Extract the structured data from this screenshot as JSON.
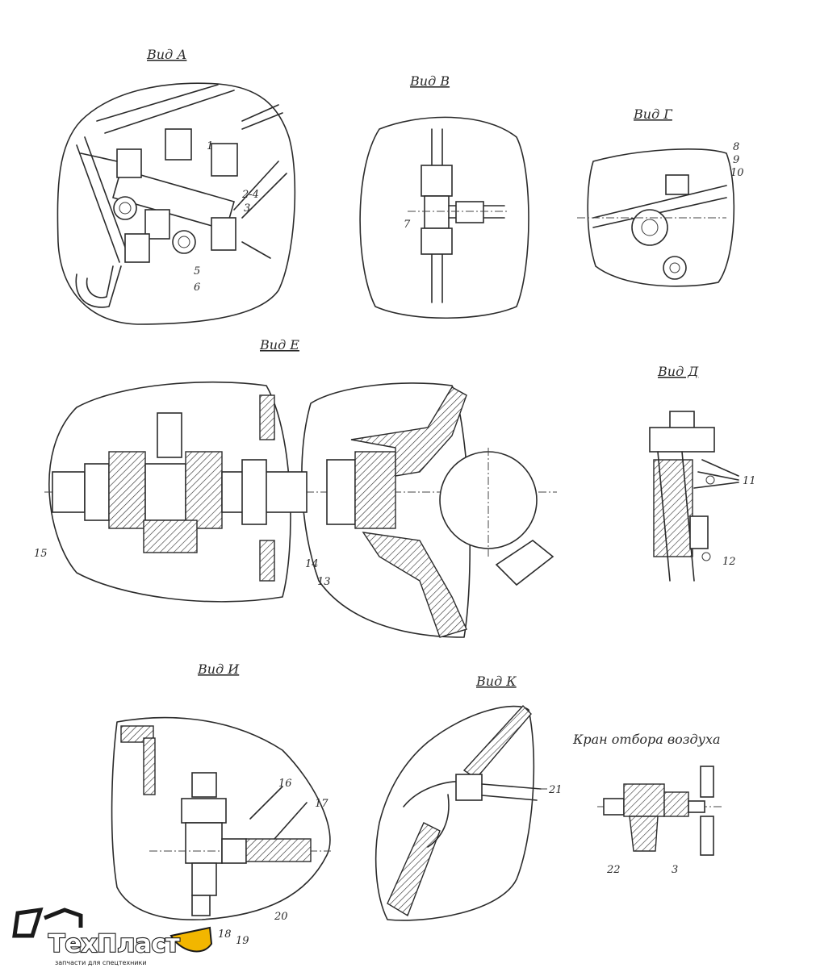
{
  "views": {
    "a": {
      "title": "Вид А",
      "callouts": [
        "1",
        "2-4",
        "3",
        "5",
        "6"
      ]
    },
    "b": {
      "title": "Вид В",
      "callouts": [
        "7"
      ]
    },
    "g": {
      "title": "Вид Г",
      "callouts": [
        "8",
        "9",
        "10"
      ]
    },
    "e": {
      "title": "Вид Е",
      "callouts": [
        "15",
        "14",
        "13"
      ]
    },
    "d": {
      "title": "Вид Д",
      "callouts": [
        "11",
        "12"
      ]
    },
    "i": {
      "title": "Вид И",
      "callouts": [
        "16",
        "17",
        "18",
        "19",
        "20"
      ]
    },
    "k": {
      "title": "Вид К",
      "callouts": [
        "21"
      ]
    }
  },
  "air_valve": {
    "caption": "Кран отбора воздуха",
    "callouts": [
      "22",
      "3"
    ]
  },
  "logo": {
    "name": "ТехПласт",
    "tagline": "запчасти для спецтехники",
    "accent_color": "#f2b600"
  }
}
